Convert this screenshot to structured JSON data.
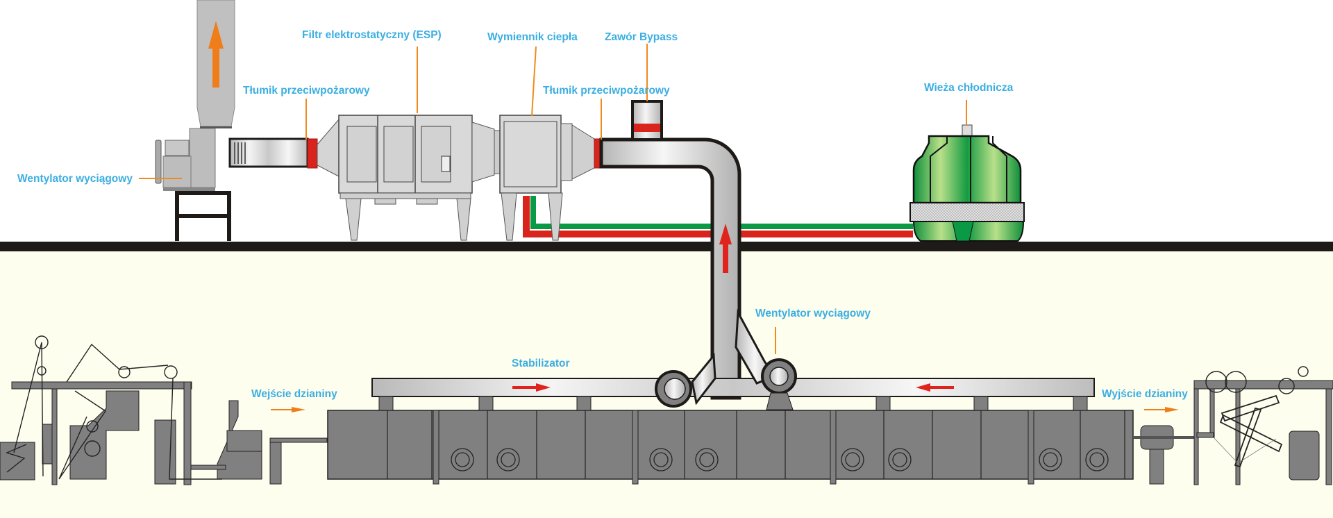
{
  "colors": {
    "label": "#3aaee2",
    "leader": "#f08a1c",
    "arrow_orange": "#ef7d1a",
    "arrow_red": "#e0231c",
    "hot_pipe": "#d9241d",
    "cold_pipe": "#0a9a45",
    "floor": "#1e1a18",
    "lower_bg": "#fefeef",
    "machine": "#808080",
    "tower_green": "#1f9e3f"
  },
  "labels": {
    "exhaust_fan_top": "Wentylator wyciągowy",
    "fire_damper_1": "Tłumik przeciwpożarowy",
    "esp_filter": "Filtr elektrostatyczny (ESP)",
    "heat_exchanger": "Wymiennik ciepła",
    "bypass_valve": "Zawór Bypass",
    "fire_damper_2": "Tłumik przeciwpożarowy",
    "cooling_tower": "Wieża chłodnicza",
    "exhaust_fan_bottom": "Wentylator wyciągowy",
    "stenter": "Stabilizator",
    "fabric_input": "Wejście dzianiny",
    "fabric_output": "Wyjście dzianiny"
  }
}
